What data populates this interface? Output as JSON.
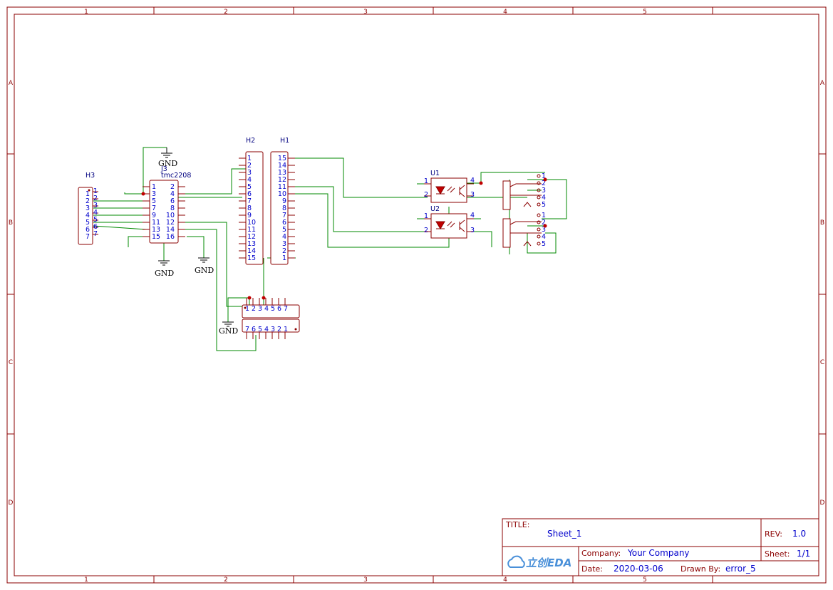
{
  "sheet": {
    "col_labels": [
      "1",
      "2",
      "3",
      "4",
      "5"
    ],
    "row_labels": [
      "A",
      "B",
      "C",
      "D"
    ]
  },
  "components": {
    "h3": {
      "ref": "H3",
      "pins_left": [
        "1",
        "2",
        "3",
        "4",
        "5",
        "6",
        "7"
      ],
      "pins_right": [
        "1",
        "2",
        "3",
        "4",
        "5",
        "6",
        "7"
      ]
    },
    "j3": {
      "ref": "J3",
      "value": "tmc2208",
      "left_pins": [
        "1",
        "3",
        "5",
        "7",
        "9",
        "11",
        "13",
        "15"
      ],
      "right_pins": [
        "2",
        "4",
        "6",
        "8",
        "10",
        "12",
        "14",
        "16"
      ]
    },
    "h2": {
      "ref": "H2",
      "pins": [
        "1",
        "2",
        "3",
        "4",
        "5",
        "6",
        "7",
        "8",
        "9",
        "10",
        "11",
        "12",
        "13",
        "14",
        "15"
      ]
    },
    "h1": {
      "ref": "H1",
      "pins": [
        "15",
        "14",
        "13",
        "12",
        "11",
        "10",
        "9",
        "8",
        "7",
        "6",
        "5",
        "4",
        "3",
        "2",
        "1"
      ]
    },
    "u1": {
      "ref": "U1",
      "pins": [
        "1",
        "2",
        "4",
        "3"
      ]
    },
    "u2": {
      "ref": "U2",
      "pins": [
        "1",
        "2",
        "4",
        "3"
      ]
    },
    "jack1": {
      "pins": [
        "1",
        "2",
        "3",
        "4",
        "5"
      ]
    },
    "jack2": {
      "pins": [
        "1",
        "2",
        "3",
        "4",
        "5"
      ]
    },
    "bottom_conn": {
      "top_pins": [
        "1",
        "2",
        "3",
        "4",
        "5",
        "6",
        "7"
      ],
      "bottom_pins": [
        "7",
        "6",
        "5",
        "4",
        "3",
        "2",
        "1"
      ]
    },
    "gnd_label": "GND"
  },
  "title_block": {
    "title_label": "TITLE:",
    "title_value": "Sheet_1",
    "rev_label": "REV:",
    "rev_value": "1.0",
    "company_label": "Company:",
    "company_value": "Your Company",
    "sheet_label": "Sheet:",
    "sheet_value": "1/1",
    "date_label": "Date:",
    "date_value": "2020-03-06",
    "drawn_label": "Drawn By:",
    "drawn_value": "error_5",
    "logo_text": "立创EDA",
    "colors": {
      "logo": "#4a90d9",
      "frame": "#8b0000",
      "wire": "#008800",
      "text": "#0000cc"
    }
  }
}
